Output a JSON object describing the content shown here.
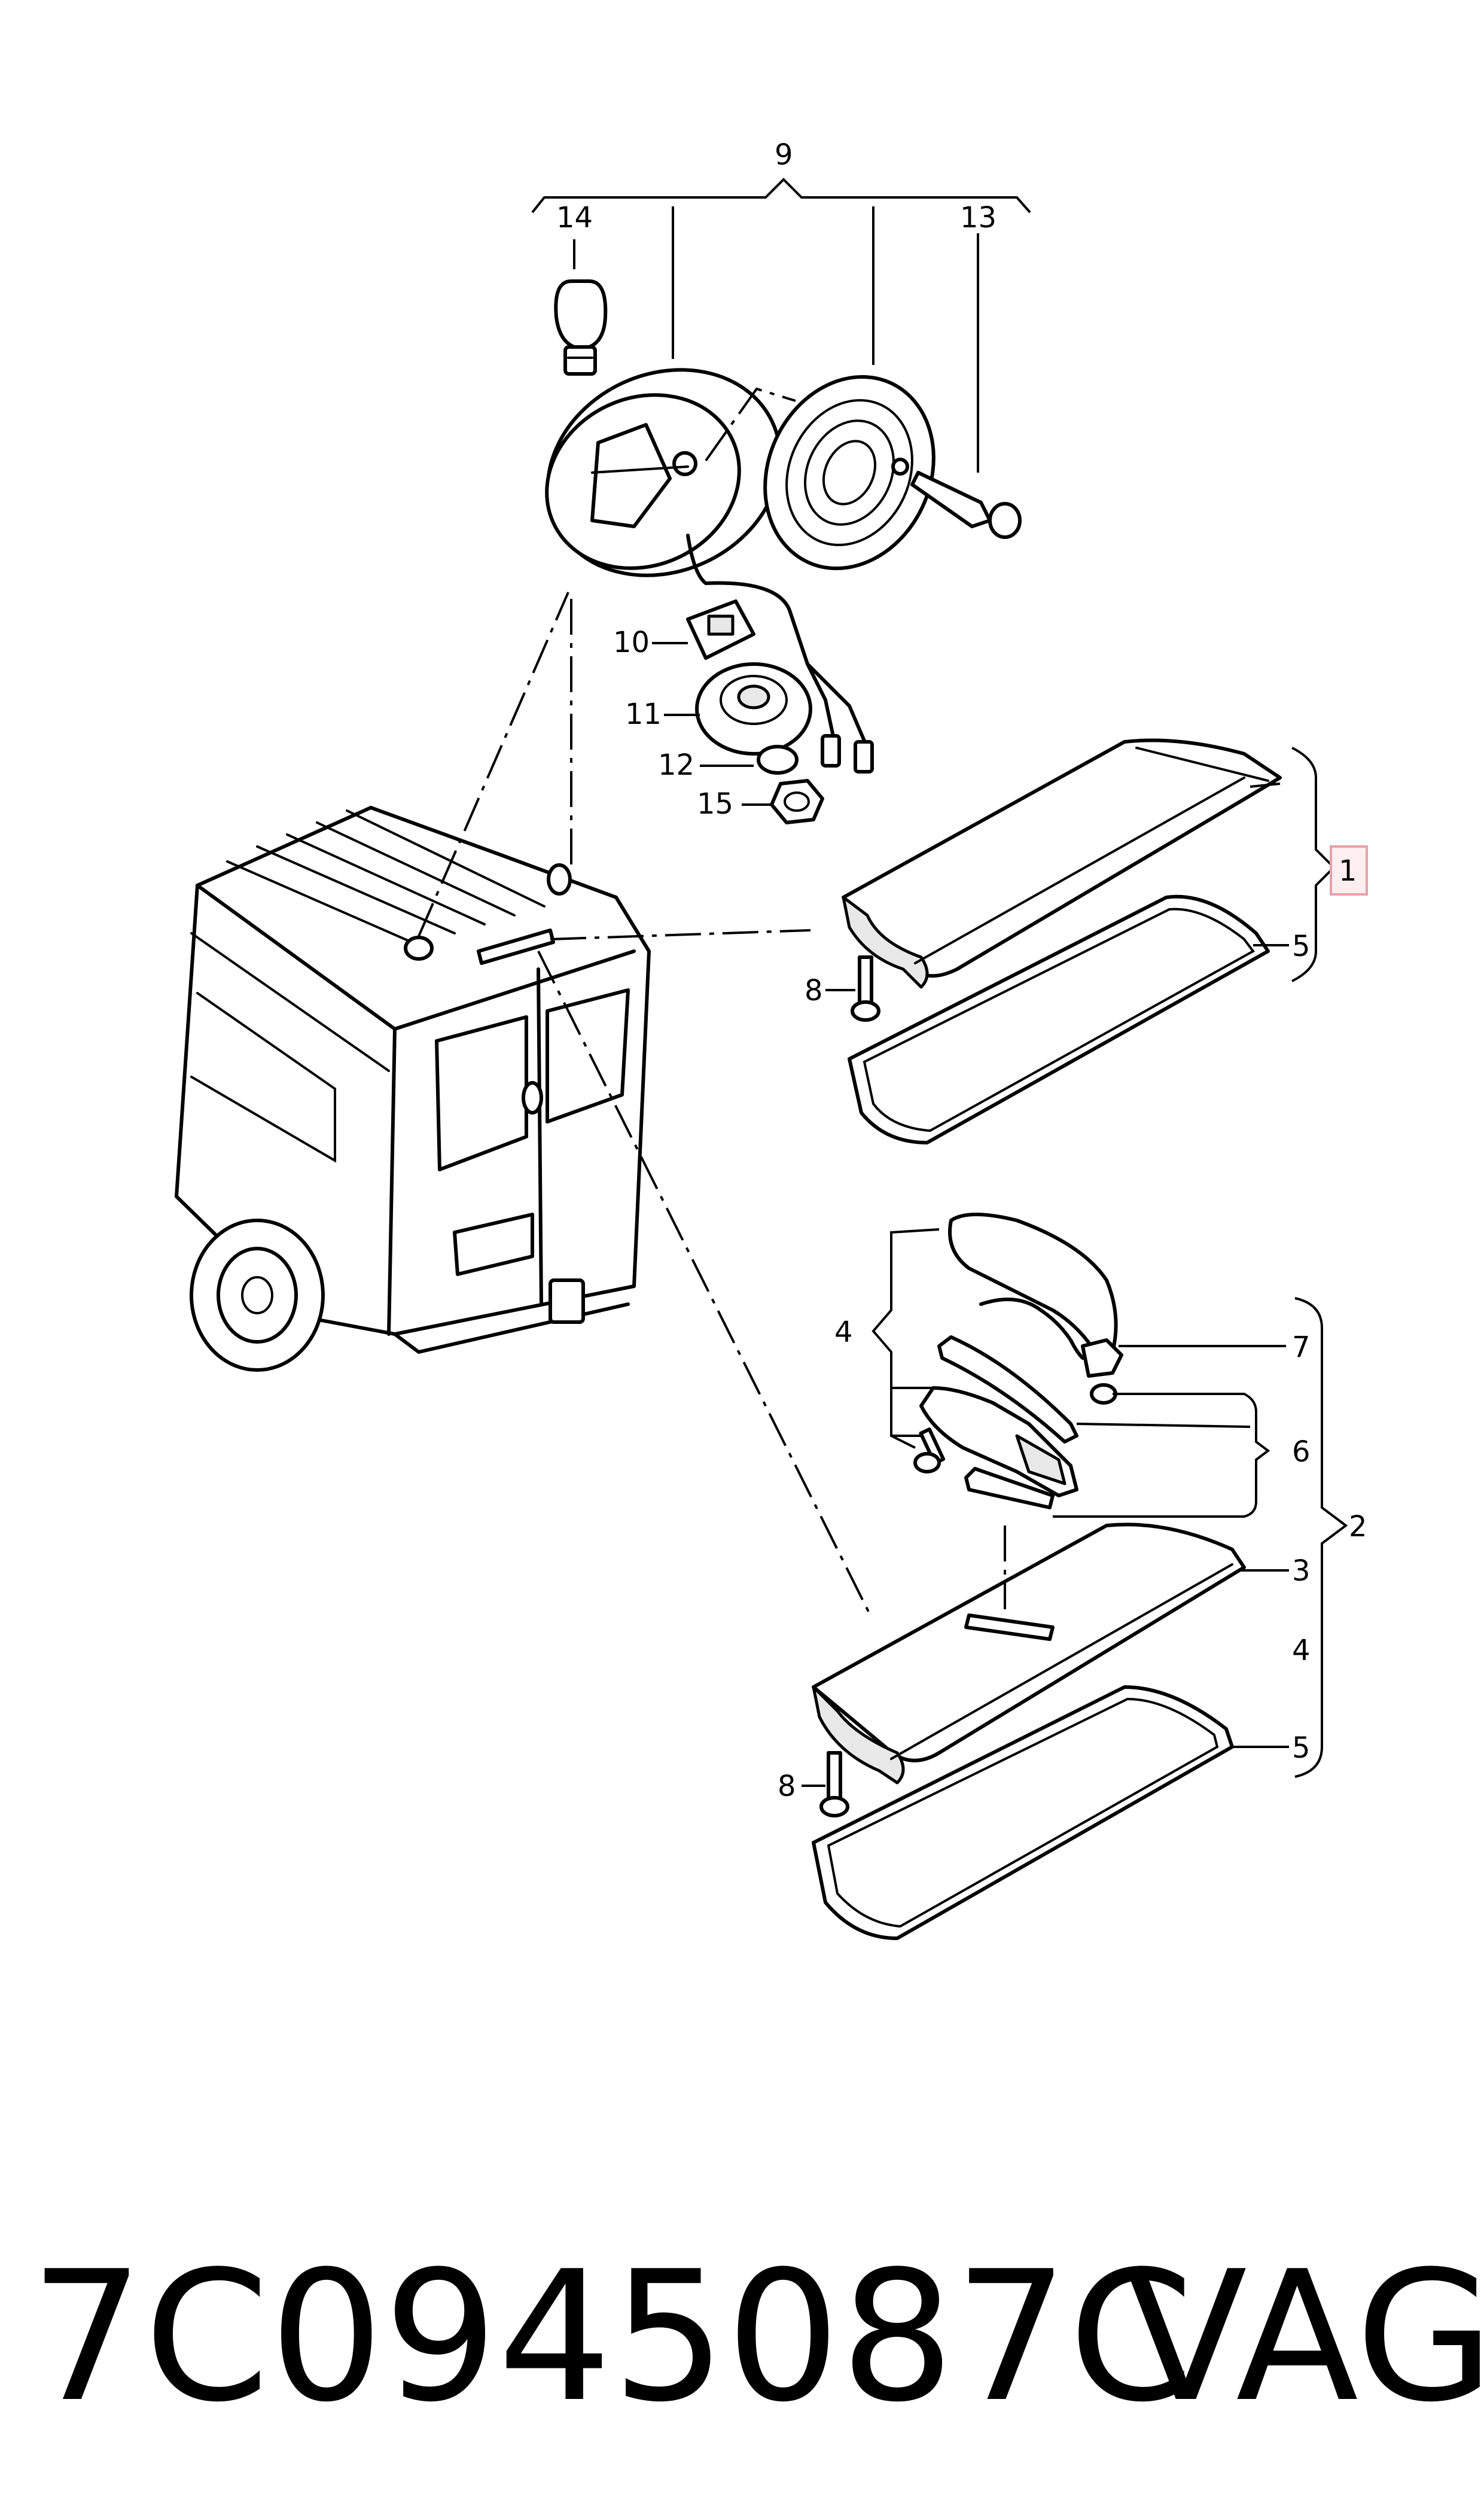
{
  "callouts": {
    "c9": "9",
    "c14": "14",
    "c13": "13",
    "c10": "10",
    "c11": "11",
    "c12": "12",
    "c15": "15",
    "c1": "1",
    "c5a": "5",
    "c8a": "8",
    "c4a": "4",
    "c7": "7",
    "c6": "6",
    "c2": "2",
    "c3": "3",
    "c4b": "4",
    "c5b": "5",
    "c8b": "8"
  },
  "footer": {
    "part_number": "7C0945087C",
    "brand": "VAG"
  },
  "colors": {
    "line": "#000000",
    "highlight_box": "#e8a0a8",
    "highlight_fill": "#fdeef0"
  }
}
